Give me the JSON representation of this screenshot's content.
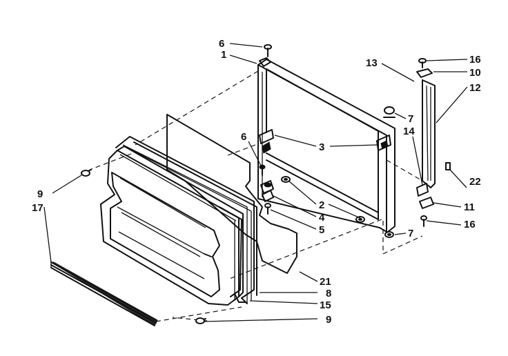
{
  "diagram": {
    "callouts": [
      {
        "id": "c6a",
        "text": "6"
      },
      {
        "id": "c1",
        "text": "1"
      },
      {
        "id": "c13",
        "text": "13"
      },
      {
        "id": "c16a",
        "text": "16"
      },
      {
        "id": "c10",
        "text": "10"
      },
      {
        "id": "c12",
        "text": "12"
      },
      {
        "id": "c7a",
        "text": "7"
      },
      {
        "id": "c14",
        "text": "14"
      },
      {
        "id": "c6b",
        "text": "6"
      },
      {
        "id": "c3",
        "text": "3"
      },
      {
        "id": "c22",
        "text": "22"
      },
      {
        "id": "c9a",
        "text": "9"
      },
      {
        "id": "c17",
        "text": "17"
      },
      {
        "id": "c2",
        "text": "2"
      },
      {
        "id": "c11",
        "text": "11"
      },
      {
        "id": "c4",
        "text": "4"
      },
      {
        "id": "c16b",
        "text": "16"
      },
      {
        "id": "c5",
        "text": "5"
      },
      {
        "id": "c7b",
        "text": "7"
      },
      {
        "id": "c21",
        "text": "21"
      },
      {
        "id": "c8",
        "text": "8"
      },
      {
        "id": "c15",
        "text": "15"
      },
      {
        "id": "c9b",
        "text": "9"
      }
    ]
  }
}
